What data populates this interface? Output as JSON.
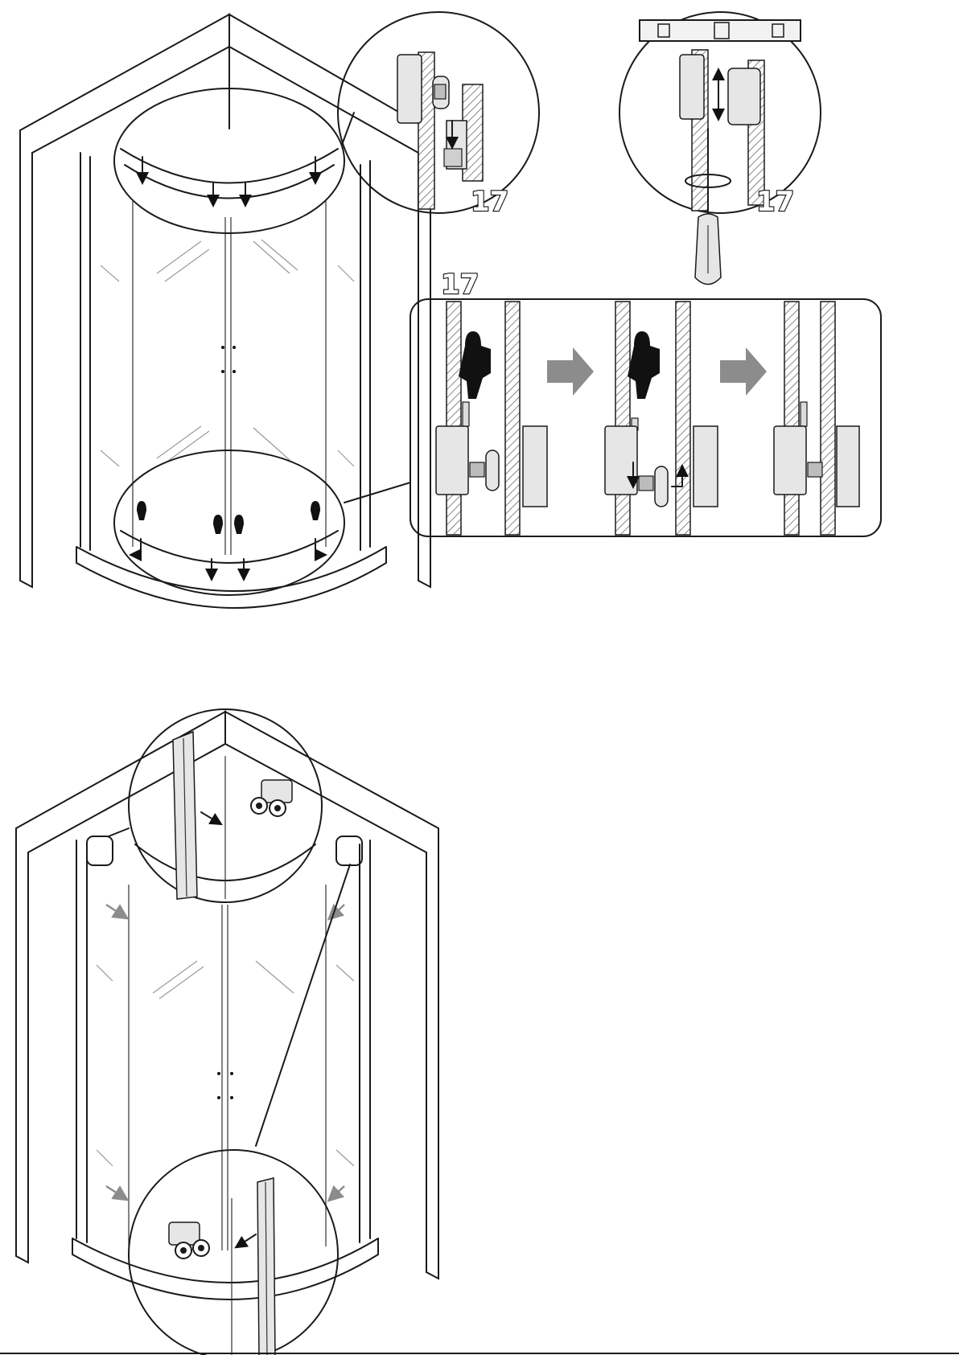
{
  "steps": {
    "top_detail_a": "17",
    "top_detail_b": "17",
    "bottom_panel": "17"
  },
  "icons": {
    "level": "spirit-level-icon",
    "screwdriver": "screwdriver-icon",
    "press": "finger-press-icon",
    "next": "arrow-right-icon"
  },
  "colors": {
    "line": "#1a1a1a",
    "arrow_grey": "#8c8c8c",
    "profile_fill": "#e6e6e6"
  }
}
